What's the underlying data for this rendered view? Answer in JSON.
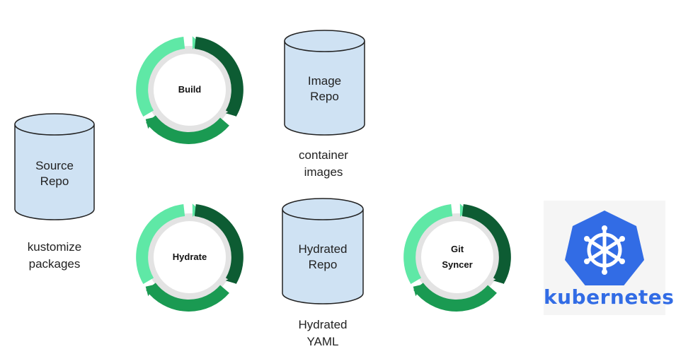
{
  "repos": {
    "source": "Source\nRepo",
    "image": "Image\nRepo",
    "hydrated": "Hydrated\nRepo"
  },
  "cycles": {
    "build": "Build",
    "hydrate": "Hydrate",
    "git_syncer": "Git\nSyncer"
  },
  "captions": {
    "kustomize": "kustomize\npackages",
    "container": "container\nimages",
    "hydrated_yaml": "Hydrated\nYAML"
  },
  "logo": {
    "wordmark": "kubernetes"
  },
  "colors": {
    "cylinder_fill": "#cfe2f3",
    "cylinder_stroke": "#222222",
    "arrow_light": "#5fe8a6",
    "arrow_mid": "#1a9a52",
    "arrow_dark": "#0d5c33",
    "ring_gray": "#e3e3e3",
    "k8s_blue": "#326ce5"
  }
}
